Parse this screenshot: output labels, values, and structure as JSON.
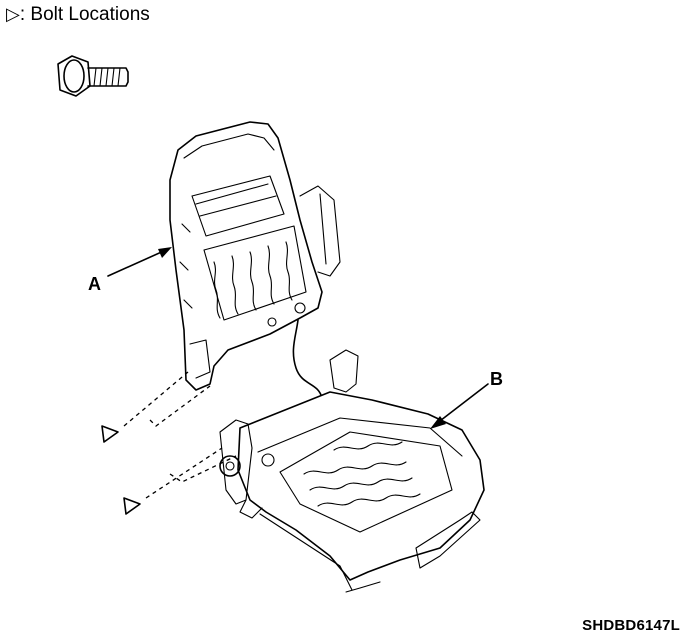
{
  "legend": {
    "symbol": "▷",
    "text": ": Bolt Locations"
  },
  "labels": {
    "a": "A",
    "b": "B"
  },
  "figure_code": "SHDBD6147L"
}
